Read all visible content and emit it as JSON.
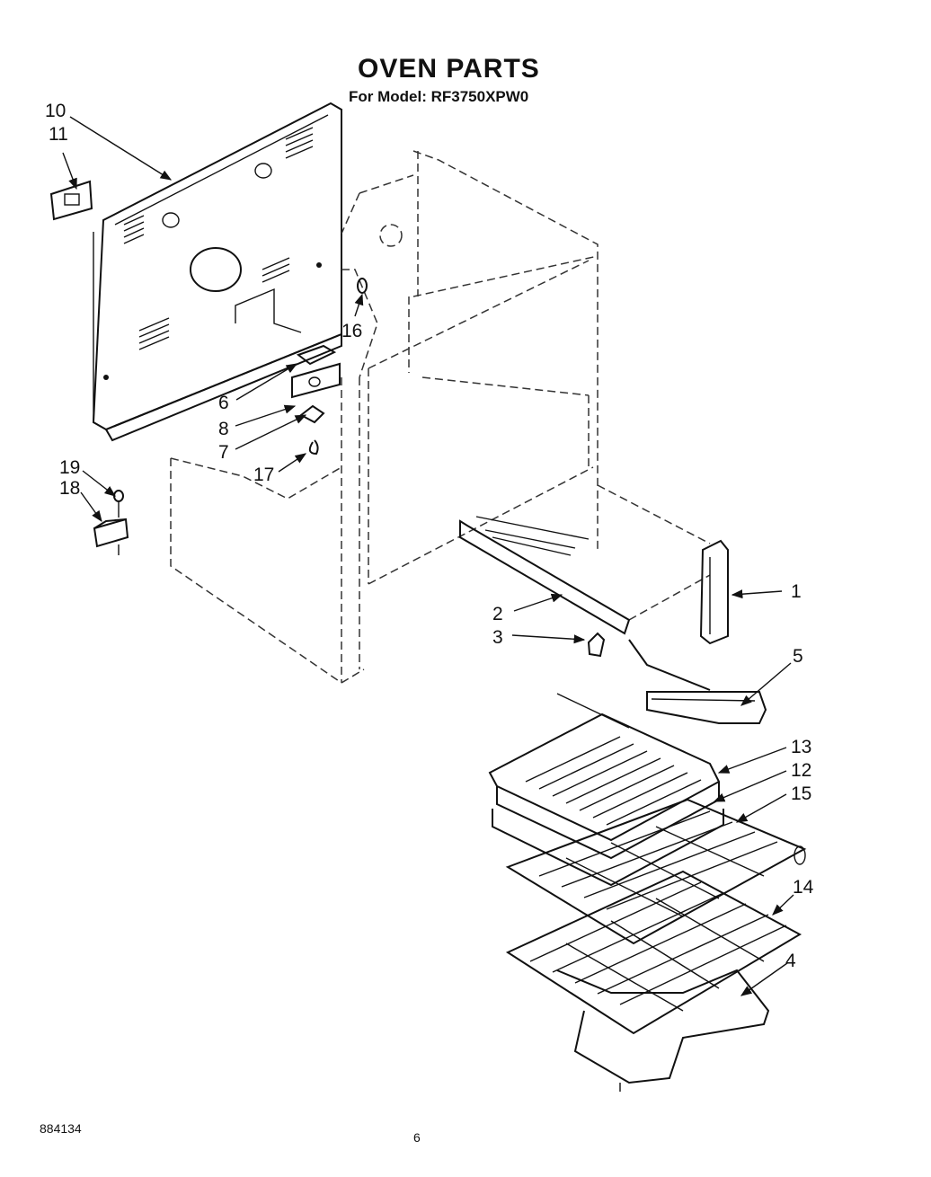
{
  "header": {
    "title": "OVEN PARTS",
    "model_line": "For Model: RF3750XPW0"
  },
  "footer": {
    "doc_number": "884134",
    "page_number": "6"
  },
  "callouts": {
    "p1": "1",
    "p2": "2",
    "p3": "3",
    "p4": "4",
    "p5": "5",
    "p6": "6",
    "p7": "7",
    "p8": "8",
    "p10": "10",
    "p11": "11",
    "p12": "12",
    "p13": "13",
    "p14": "14",
    "p15": "15",
    "p16": "16",
    "p17": "17",
    "p18": "18",
    "p19": "19"
  }
}
